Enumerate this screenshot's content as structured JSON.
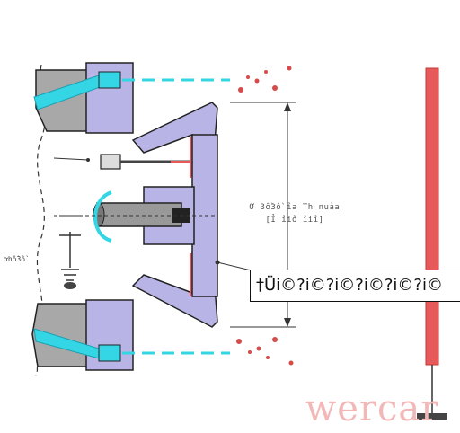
{
  "diagram": {
    "dimension_text_line1": "Ơ 3ồ3ồ ỉa Th nuảa",
    "dimension_text_line2": "[Ỉ ỉiỏ ỉiỉ]",
    "side_label": "ơhồ3ồ",
    "callout_text": "†Üi©?i©?i©?i©?i©?i©",
    "watermark": "wercar"
  },
  "colors": {
    "housing_purple": "#b8b4e6",
    "housing_gray": "#a9a9a9",
    "cyan": "#34d6e6",
    "red_bar": "#e65a5a",
    "outline": "#222222"
  }
}
